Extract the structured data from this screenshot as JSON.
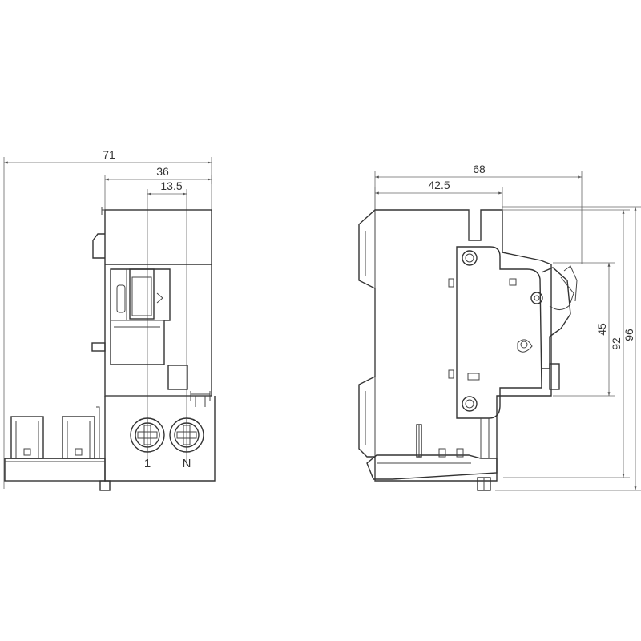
{
  "front_view": {
    "dims": {
      "overall_width": "71",
      "module_width": "36",
      "terminal_pitch": "13.5"
    },
    "terminal_labels": {
      "left": "1",
      "right": "N"
    }
  },
  "side_view": {
    "dims": {
      "depth": "68",
      "front_depth": "42.5",
      "front_height": "45",
      "body_height": "92",
      "overall_height": "96"
    }
  },
  "colors": {
    "line": "#333333",
    "dimension_line": "#666666",
    "background": "#ffffff"
  }
}
